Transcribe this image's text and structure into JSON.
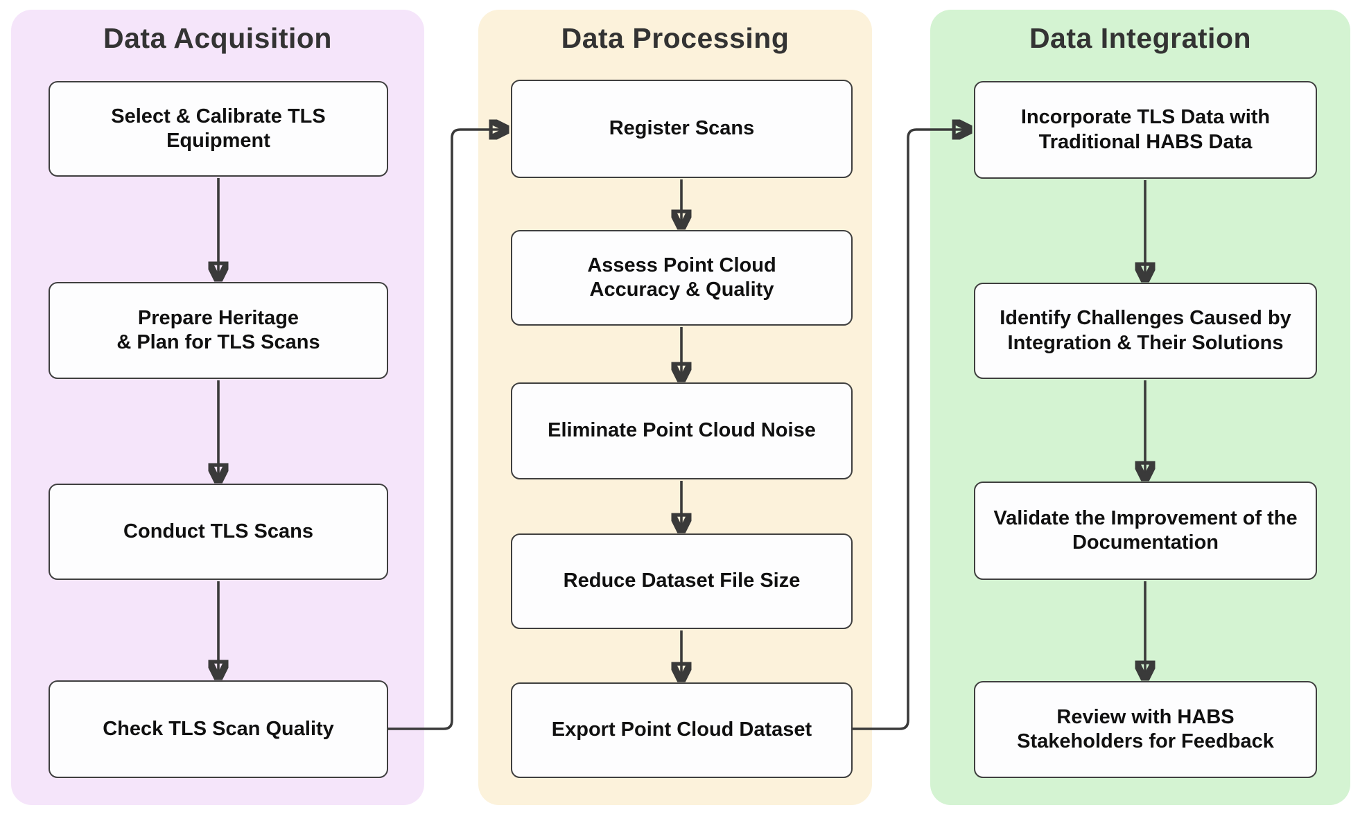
{
  "diagram": {
    "type": "flowchart",
    "columns": [
      {
        "title": "Data Acquisition",
        "panel_color": "#f5e5fa",
        "boxes": [
          {
            "label": "Select & Calibrate TLS\nEquipment"
          },
          {
            "label": "Prepare Heritage\n& Plan for TLS Scans"
          },
          {
            "label": "Conduct TLS Scans"
          },
          {
            "label": "Check TLS Scan Quality"
          }
        ]
      },
      {
        "title": "Data Processing",
        "panel_color": "#fcf2db",
        "boxes": [
          {
            "label": "Register Scans"
          },
          {
            "label": "Assess Point Cloud\nAccuracy & Quality"
          },
          {
            "label": "Eliminate Point Cloud Noise"
          },
          {
            "label": "Reduce Dataset File Size"
          },
          {
            "label": "Export Point Cloud Dataset"
          }
        ]
      },
      {
        "title": "Data Integration",
        "panel_color": "#d4f3d2",
        "boxes": [
          {
            "label": "Incorporate TLS Data with\nTraditional HABS Data"
          },
          {
            "label": "Identify Challenges Caused by\nIntegration & Their Solutions"
          },
          {
            "label": "Validate the Improvement of the\nDocumentation"
          },
          {
            "label": "Review with HABS\nStakeholders for Feedback"
          }
        ]
      }
    ],
    "connections": [
      {
        "from": "Select & Calibrate TLS Equipment",
        "to": "Prepare Heritage & Plan for TLS Scans"
      },
      {
        "from": "Prepare Heritage & Plan for TLS Scans",
        "to": "Conduct TLS Scans"
      },
      {
        "from": "Conduct TLS Scans",
        "to": "Check TLS Scan Quality"
      },
      {
        "from": "Check TLS Scan Quality",
        "to": "Register Scans"
      },
      {
        "from": "Register Scans",
        "to": "Assess Point Cloud Accuracy & Quality"
      },
      {
        "from": "Assess Point Cloud Accuracy & Quality",
        "to": "Eliminate Point Cloud Noise"
      },
      {
        "from": "Eliminate Point Cloud Noise",
        "to": "Reduce Dataset File Size"
      },
      {
        "from": "Reduce Dataset File Size",
        "to": "Export Point Cloud Dataset"
      },
      {
        "from": "Export Point Cloud Dataset",
        "to": "Incorporate TLS Data with Traditional HABS Data"
      },
      {
        "from": "Incorporate TLS Data with Traditional HABS Data",
        "to": "Identify Challenges Caused by Integration & Their Solutions"
      },
      {
        "from": "Identify Challenges Caused by Integration & Their Solutions",
        "to": "Validate the Improvement of the Documentation"
      },
      {
        "from": "Validate the Improvement of the Documentation",
        "to": "Review with HABS Stakeholders for Feedback"
      }
    ],
    "colors": {
      "canvas_bg": "#ffffff",
      "acquisition_panel": "#f5e5fa",
      "processing_panel": "#fcf2db",
      "integration_panel": "#d4f3d2",
      "box_fill": "#fdfdfe",
      "box_border": "#3f3f3f",
      "arrow": "#3a3a3a",
      "header_text": "#333333",
      "box_text": "#101010"
    }
  }
}
